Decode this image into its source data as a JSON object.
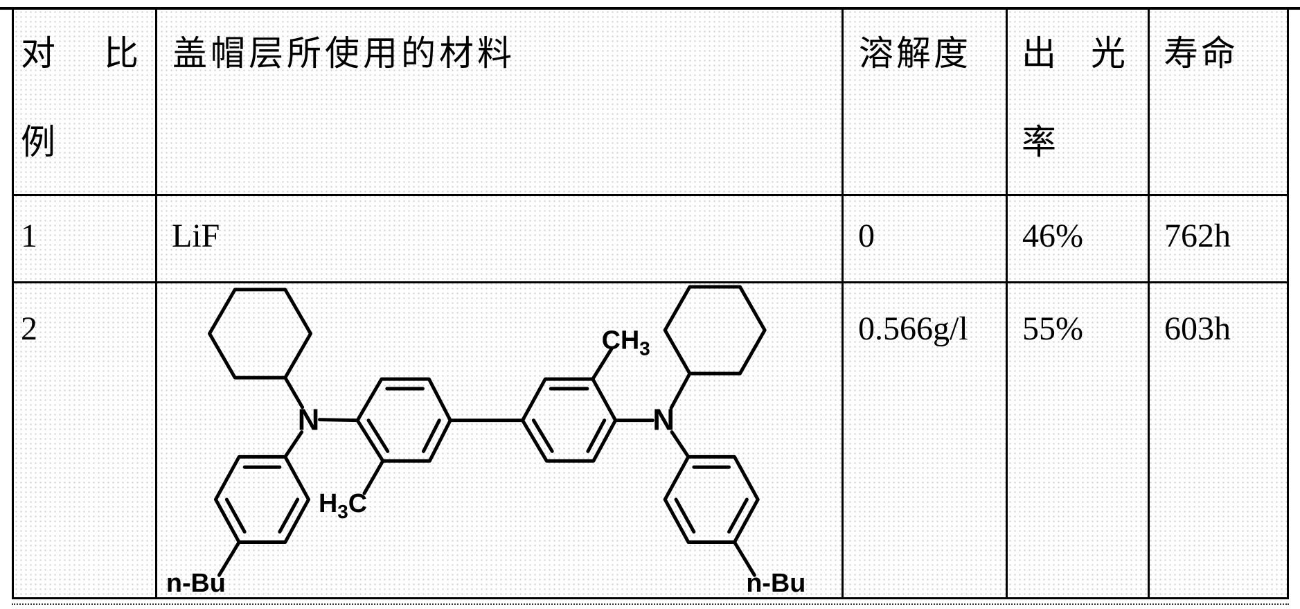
{
  "table": {
    "header": {
      "col1_line1": "对　比",
      "col1_line2": "例",
      "col2": "盖帽层所使用的材料",
      "col3": "溶解度",
      "col4_line1": "出　光",
      "col4_line2": "率",
      "col5": "寿命"
    },
    "rows": [
      {
        "example_no": "1",
        "material": "LiF",
        "solubility": "0",
        "light_extraction": "46%",
        "lifetime": "762h"
      },
      {
        "example_no": "2",
        "material": "chemical structure drawing",
        "solubility": "0.566g/l",
        "light_extraction": "55%",
        "lifetime": "603h"
      }
    ]
  },
  "molecule": {
    "nitrogen_label": "N",
    "h3c": {
      "pre": "H",
      "sub": "3",
      "post": "C"
    },
    "ch3": {
      "pre": "CH",
      "sub": "3"
    },
    "n_bu_left": "n-Bu",
    "n_bu_right": "n-Bu"
  },
  "colors": {
    "ink": "#000000",
    "paper": "#ffffff"
  }
}
